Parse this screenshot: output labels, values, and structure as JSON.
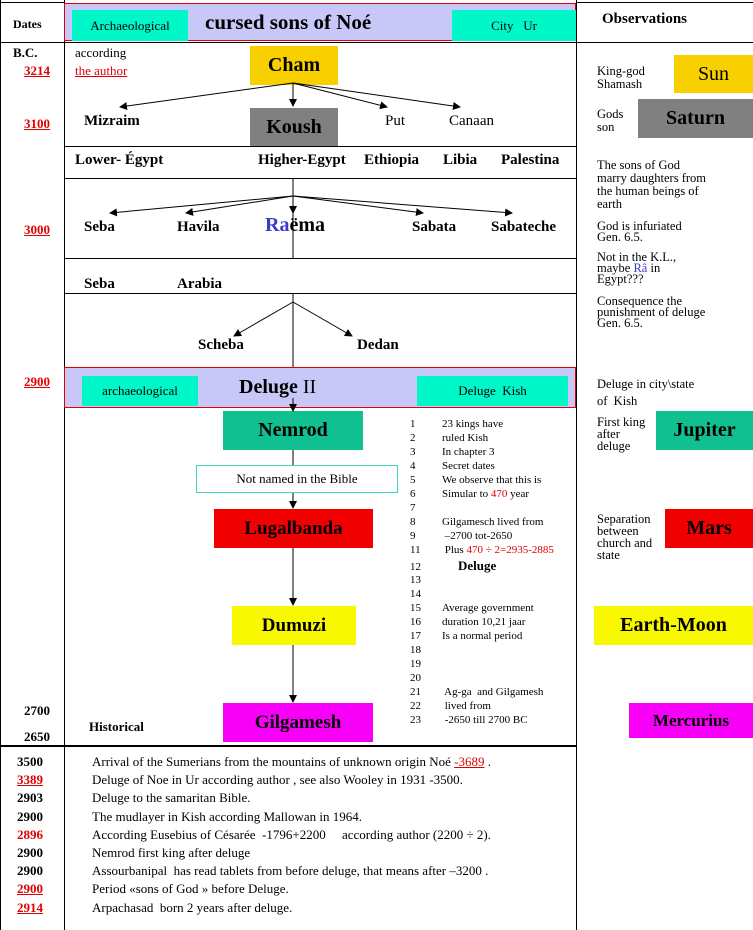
{
  "header": {
    "dates_label": "Dates",
    "bc_label": "B.C.",
    "title": "cursed sons of Noé",
    "left_tag": "Archaeological",
    "right_tag": "City   Ur",
    "observations_label": "Observations"
  },
  "author_note": {
    "line1": "according",
    "line2": "the author"
  },
  "dates": {
    "d3214": "3214",
    "d3100": "3100",
    "d3000": "3000",
    "d2900": "2900",
    "d2700": "2700",
    "d2650": "2650"
  },
  "tree": {
    "cham": "Cham",
    "koush": "Koush",
    "mizraim": "Mizraim",
    "put": "Put",
    "canaan": "Canaan",
    "regions": [
      "Lower- Égypt",
      "Higher-Egypt",
      "Ethiopia",
      "Libia",
      "Palestina"
    ],
    "koush_sons": {
      "seba": "Seba",
      "havila": "Havila",
      "raema_prefix": "Ra",
      "raema_suffix": "ëma",
      "sabata": "Sabata",
      "sabateche": "Sabateche"
    },
    "seba_row": {
      "seba": "Seba",
      "arabia": "Arabia"
    },
    "raema_sons": {
      "scheba": "Scheba",
      "dedan": "Dedan"
    }
  },
  "deluge": {
    "title_main": "Deluge",
    "title_suffix": " II",
    "left_tag": "archaeological",
    "right_tag": "Deluge  Kish"
  },
  "kings": {
    "nemrod": "Nemrod",
    "not_named": "Not named in the Bible",
    "lugalbanda": "Lugalbanda",
    "dumuzi": "Dumuzi",
    "gilgamesh": "Gilgamesh",
    "historical": "Historical"
  },
  "notes": [
    {
      "n": "1",
      "parts": [
        {
          "t": "23 kings have"
        }
      ]
    },
    {
      "n": "2",
      "parts": [
        {
          "t": "ruled Kish"
        }
      ]
    },
    {
      "n": "3",
      "parts": [
        {
          "t": "In chapter 3"
        }
      ]
    },
    {
      "n": "4",
      "parts": [
        {
          "t": "Secret dates"
        }
      ]
    },
    {
      "n": "5",
      "parts": [
        {
          "t": "We observe that this is"
        }
      ]
    },
    {
      "n": "6",
      "parts": [
        {
          "t": "Simular to "
        },
        {
          "t": "470",
          "red": true
        },
        {
          "t": " year"
        }
      ]
    },
    {
      "n": "7",
      "parts": []
    },
    {
      "n": "8",
      "parts": [
        {
          "t": "Gilgamesch lived from"
        }
      ]
    },
    {
      "n": "9",
      "parts": [
        {
          "t": " –2700 tot-2650"
        }
      ]
    },
    {
      "n": "11",
      "parts": [
        {
          "t": " Plus "
        },
        {
          "t": "470 ÷ 2=2935-2885",
          "red": true
        }
      ]
    },
    {
      "n": "12",
      "parts": [],
      "heading": "Deluge"
    },
    {
      "n": "13",
      "parts": []
    },
    {
      "n": "14",
      "parts": []
    },
    {
      "n": "15",
      "parts": [
        {
          "t": "Average government"
        }
      ]
    },
    {
      "n": "16",
      "parts": [
        {
          "t": "duration 10,21 jaar"
        }
      ]
    },
    {
      "n": "17",
      "parts": [
        {
          "t": "Is a normal period"
        }
      ]
    },
    {
      "n": "18",
      "parts": []
    },
    {
      "n": "19",
      "parts": []
    },
    {
      "n": "20",
      "parts": []
    },
    {
      "n": "21",
      "parts": [
        {
          "t": " Ag-ga  and Gilgamesh"
        }
      ]
    },
    {
      "n": "22",
      "parts": [
        {
          "t": " lived from"
        }
      ]
    },
    {
      "n": "23",
      "parts": [
        {
          "t": " -2650 till 2700 BC"
        }
      ]
    }
  ],
  "observations": {
    "king_god": "King-god",
    "shamash": "Shamash",
    "sun": "Sun",
    "gods": "Gods",
    "son": "son",
    "saturn": "Saturn",
    "sons_of_god": [
      "The sons of God",
      "marry daughters from",
      "the human beings of",
      "earth"
    ],
    "infuriated": [
      "God is infuriated",
      "Gen. 6.5."
    ],
    "not_in_kl": {
      "l1": "Not in the K.L.,",
      "l2a": "maybe ",
      "l2b": "Râ",
      "l2c": " in",
      "l3": "Egypt???"
    },
    "consequence": [
      "Consequence the",
      "punishment of deluge",
      "Gen. 6.5."
    ],
    "deluge_city": [
      "Deluge in city\\state",
      "of  Kish"
    ],
    "first_king": [
      "First king",
      "after",
      "deluge"
    ],
    "jupiter": "Jupiter",
    "separation": [
      "Separation",
      "between",
      "church and",
      "state"
    ],
    "mars": "Mars",
    "earth_moon": "Earth-Moon",
    "mercurius": "Mercurius"
  },
  "events": [
    {
      "date": "3500",
      "red": false,
      "text": "Arrival of the Sumerians from the mountains of unknown origin Noé ",
      "link": "-3689",
      "tail": " ."
    },
    {
      "date": "3389",
      "red": true,
      "text": "Deluge of Noe in Ur according author , see also Wooley in 1931 -3500."
    },
    {
      "date": "2903",
      "red": false,
      "text": "Deluge to the samaritan Bible."
    },
    {
      "date": "2900",
      "red": false,
      "text": "The mudlayer in Kish according Mallowan in 1964."
    },
    {
      "date": "2896",
      "red": true,
      "plainred": true,
      "text": "According Eusebius of Césarée  -1796+2200     according author (2200 ÷ 2)."
    },
    {
      "date": "2900",
      "red": false,
      "text": "Nemrod first king after deluge"
    },
    {
      "date": "2900",
      "red": false,
      "text": "Assourbanipal  has read tablets from before deluge, that means after –3200 ."
    },
    {
      "date": "2900",
      "red": true,
      "text": "Period «sons of God » before Deluge."
    },
    {
      "date": "2914",
      "red": true,
      "text": "Arpachasad  born 2 years after deluge."
    }
  ],
  "colors": {
    "header_band": "#c8c8f8",
    "band_border": "#e00000",
    "teal_tag": "#00f8c8",
    "cham": "#f8d000",
    "koush": "#808080",
    "nemrod": "#10c090",
    "lugalbanda": "#f00000",
    "dumuzi": "#f8f800",
    "gilgamesh": "#f800f8",
    "date_red": "#e00000"
  }
}
